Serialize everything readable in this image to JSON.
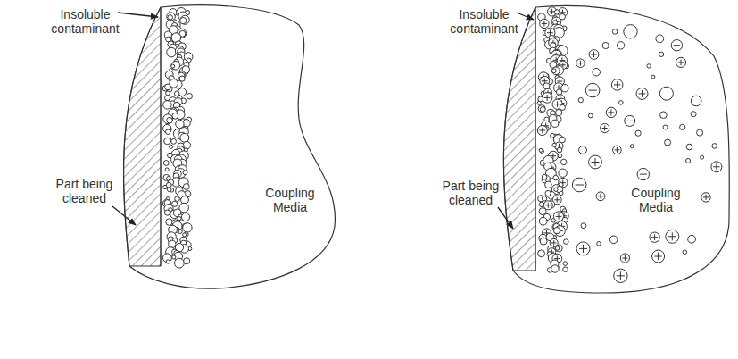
{
  "diagram": {
    "nodes": [
      {
        "text": [
          "Coupling Media"
        ]
      },
      {
        "text": [
          "Coupling Media"
        ]
      }
    ],
    "labels": [
      "Insoluble contaminant",
      "Part being cleaned",
      "Insoluble contaminant",
      "Part being cleaned"
    ]
  }
}
